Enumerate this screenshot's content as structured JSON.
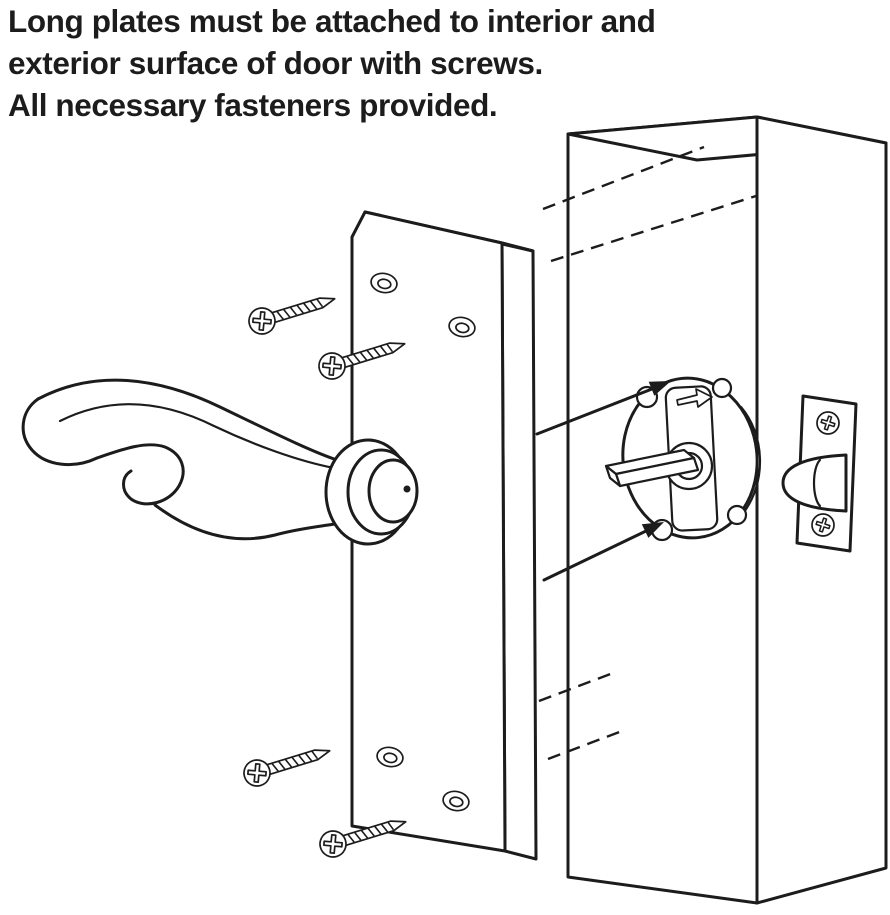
{
  "heading": {
    "lines": [
      "Long plates must be attached to interior and",
      "exterior surface of door with screws.",
      "All necessary fasteners provided."
    ]
  },
  "colors": {
    "ink": "#1c1c1c",
    "background": "#ffffff"
  }
}
